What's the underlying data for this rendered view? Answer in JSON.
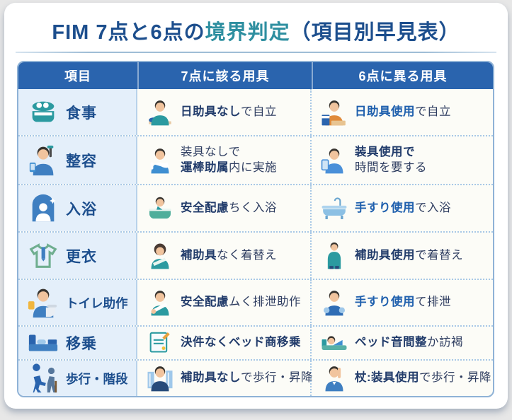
{
  "title": {
    "part1": "FIM 7点と6点の",
    "highlight": "境界判定",
    "part2": "（項目別早見表）"
  },
  "colors": {
    "header_bg": "#2a64ae",
    "title_navy": "#1c4e8d",
    "title_teal": "#2e8fa0",
    "item_cell_bg": "#e4effa",
    "highlight_blue": "#1e5fad",
    "dark_text": "#2e3d60",
    "table_border": "#8fb2d6"
  },
  "table": {
    "headers": [
      {
        "label": "項目"
      },
      {
        "label": "7点に該る用具"
      },
      {
        "label": "6点に異る用具"
      }
    ],
    "rows": [
      {
        "item": "食事",
        "item_icon": "meal-icon",
        "c7": {
          "icon": "person-eating-icon",
          "lines": [
            [
              {
                "t": "日助具なし",
                "s": "db"
              },
              {
                "t": "で自立",
                "s": "n"
              }
            ]
          ]
        },
        "c6": {
          "icon": "person-desk-icon",
          "lines": [
            [
              {
                "t": "日助具使用",
                "s": "bb"
              },
              {
                "t": "で自立",
                "s": "n"
              }
            ]
          ]
        }
      },
      {
        "item": "整容",
        "item_icon": "person-grooming-icon",
        "c7": {
          "icon": "person-toothbrush-icon",
          "lines": [
            [
              {
                "t": "装具なしで",
                "s": "n"
              }
            ],
            [
              {
                "t": "運棒助属",
                "s": "db"
              },
              {
                "t": "内に実施",
                "s": "n"
              }
            ]
          ]
        },
        "c6": {
          "icon": "person-mirror-icon",
          "lines": [
            [
              {
                "t": "装具使用で",
                "s": "db"
              }
            ],
            [
              {
                "t": "時間を要する",
                "s": "n"
              }
            ]
          ]
        }
      },
      {
        "item": "入浴",
        "item_icon": "bathtub-person-icon",
        "c7": {
          "icon": "person-bathing-icon",
          "lines": [
            [
              {
                "t": "安全配慮",
                "s": "db"
              },
              {
                "t": "ちく入浴",
                "s": "n"
              }
            ]
          ]
        },
        "c6": {
          "icon": "bathtub-icon",
          "lines": [
            [
              {
                "t": "手すり使用",
                "s": "bb"
              },
              {
                "t": "で入浴",
                "s": "n"
              }
            ]
          ]
        }
      },
      {
        "item": "更衣",
        "item_icon": "shirt-icon",
        "c7": {
          "icon": "woman-icon",
          "lines": [
            [
              {
                "t": "補助具",
                "s": "db"
              },
              {
                "t": "なく着替え",
                "s": "n"
              }
            ]
          ]
        },
        "c6": {
          "icon": "person-standing-icon",
          "lines": [
            [
              {
                "t": "補助具使用",
                "s": "db"
              },
              {
                "t": "で着替え",
                "s": "n"
              }
            ]
          ]
        }
      },
      {
        "item": "トイレ助作",
        "item_icon": "person-toilet-icon",
        "c7": {
          "icon": "person-sling-icon",
          "lines": [
            [
              {
                "t": "安全配慮",
                "s": "db"
              },
              {
                "t": "ムく排泄助作",
                "s": "n"
              }
            ]
          ]
        },
        "c6": {
          "icon": "person-gloves-icon",
          "lines": [
            [
              {
                "t": "手すり使用",
                "s": "bb"
              },
              {
                "t": "て排泄",
                "s": "n"
              }
            ]
          ]
        }
      },
      {
        "item": "移乗",
        "item_icon": "bed-icon",
        "c7": {
          "icon": "document-icon",
          "lines": [
            [
              {
                "t": "決件なくベッド商移乗",
                "s": "db"
              }
            ]
          ]
        },
        "c6": {
          "icon": "person-in-bed-icon",
          "lines": [
            [
              {
                "t": "ペッド音間整",
                "s": "db"
              },
              {
                "t": "か訪褐",
                "s": "n"
              }
            ]
          ]
        }
      },
      {
        "item": "歩行・階段",
        "item_icon": "walking-figures-icon",
        "c7": {
          "icon": "person-buildings-icon",
          "lines": [
            [
              {
                "t": "補助具なし",
                "s": "db"
              },
              {
                "t": "で歩行・昇降",
                "s": "n"
              }
            ]
          ]
        },
        "c6": {
          "icon": "person-pointing-icon",
          "lines": [
            [
              {
                "t": "杖:装具使用",
                "s": "db"
              },
              {
                "t": "で歩行・昇降",
                "s": "n"
              }
            ]
          ]
        }
      }
    ]
  }
}
